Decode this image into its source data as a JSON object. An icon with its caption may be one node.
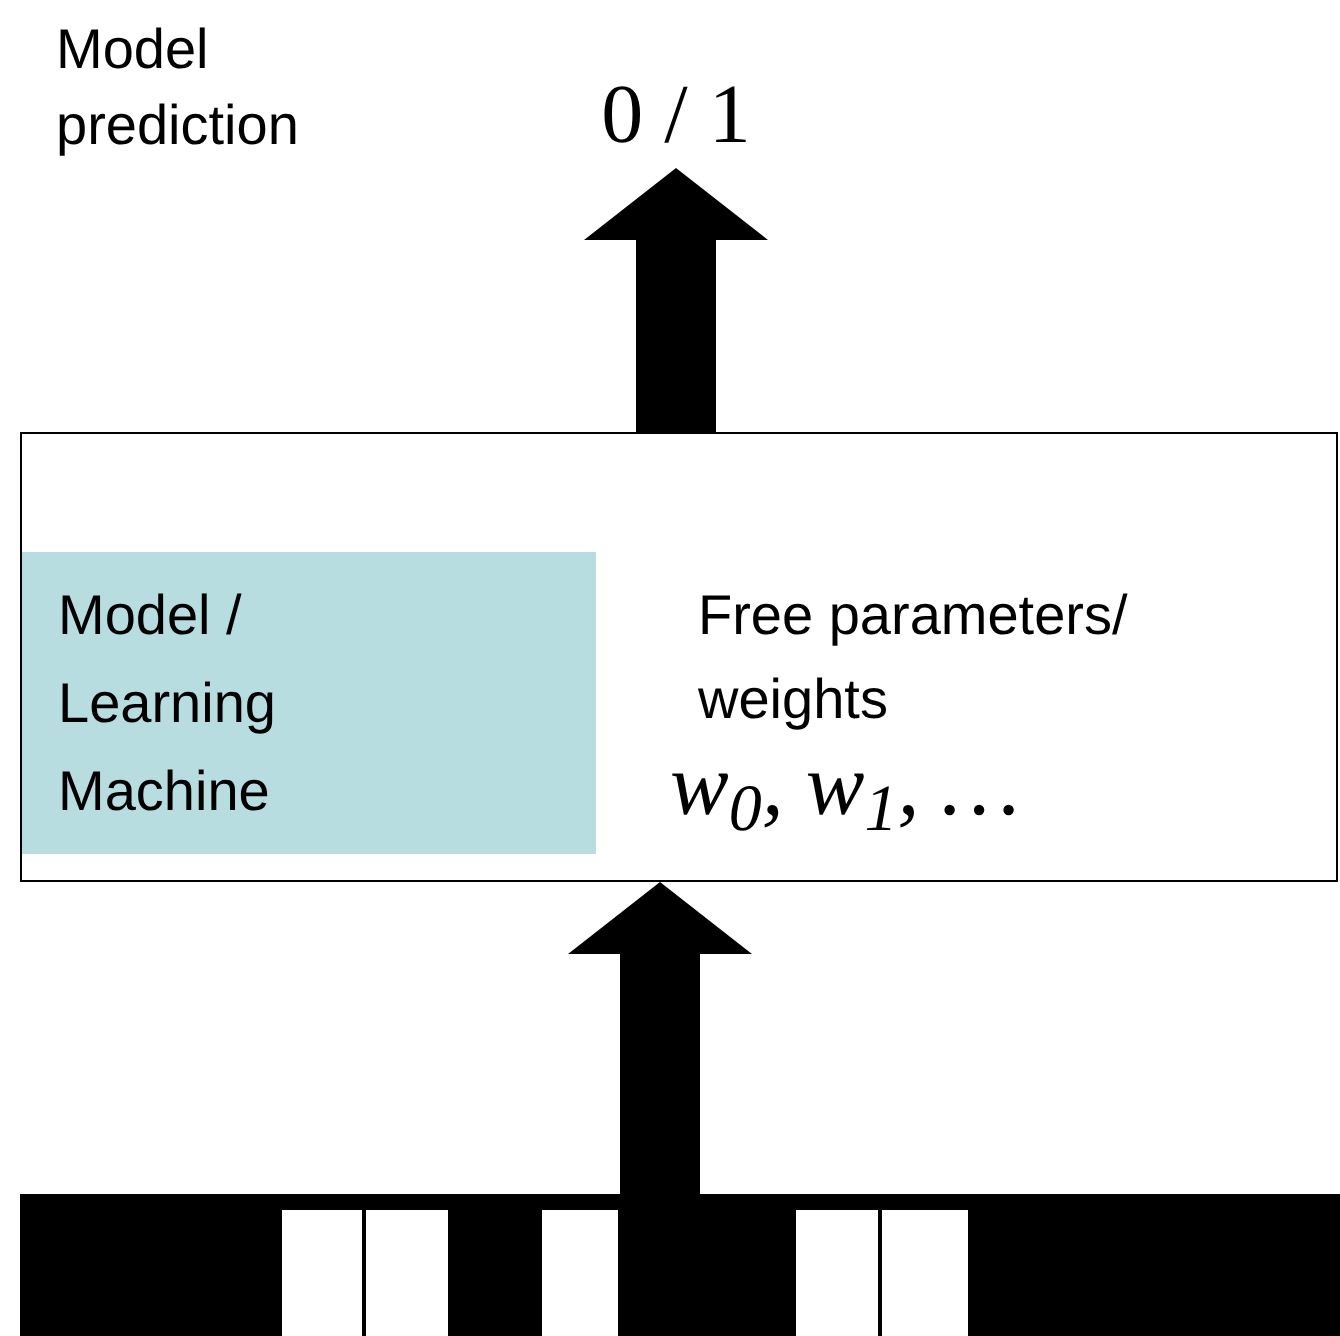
{
  "diagram": {
    "nodes": [
      {
        "text": [
          "0 / 1"
        ]
      },
      {
        "text": [
          "Free parameters/ weights",
          "w$_{0}$, w$_{1}$, …"
        ]
      },
      {
        "text": [
          "Model / Learning Machine"
        ],
        "in": 1
      },
      {
        "text": [],
        "shape": "bar"
      }
    ],
    "edges": [
      {
        "from": 3,
        "to": 1,
        "arrow": "to",
        "style": "thick"
      },
      {
        "from": 1,
        "to": 0,
        "arrow": "to",
        "style": "thick"
      }
    ],
    "labels": [
      "Model prediction"
    ]
  }
}
